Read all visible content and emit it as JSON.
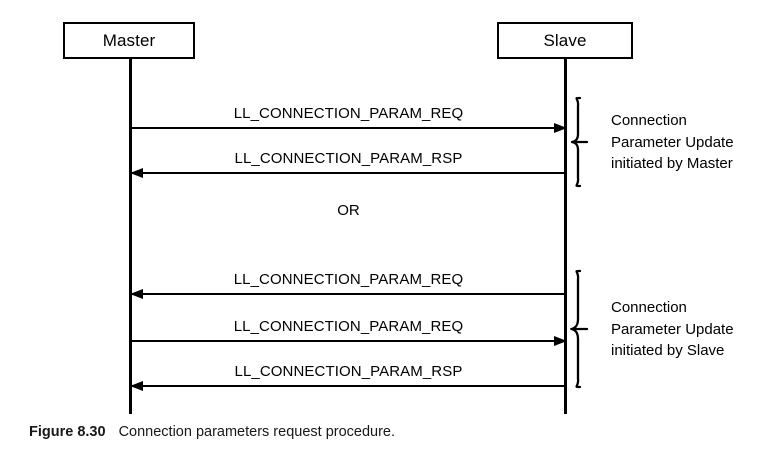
{
  "figure": {
    "caption_number": "Figure 8.30",
    "caption_text": "Connection parameters request procedure.",
    "stroke_color": "#000000",
    "background_color": "#ffffff"
  },
  "participants": [
    {
      "id": "master",
      "label": "Master"
    },
    {
      "id": "slave",
      "label": "Slave"
    }
  ],
  "divider": {
    "label": "OR"
  },
  "messages": [
    {
      "label": "LL_CONNECTION_PARAM_REQ",
      "direction": "right",
      "from": "Master",
      "to": "Slave"
    },
    {
      "label": "LL_CONNECTION_PARAM_RSP",
      "direction": "left",
      "from": "Slave",
      "to": "Master"
    },
    {
      "label": "LL_CONNECTION_PARAM_REQ",
      "direction": "left",
      "from": "Slave",
      "to": "Master"
    },
    {
      "label": "LL_CONNECTION_PARAM_REQ",
      "direction": "right",
      "from": "Master",
      "to": "Slave"
    },
    {
      "label": "LL_CONNECTION_PARAM_RSP",
      "direction": "left",
      "from": "Slave",
      "to": "Master"
    }
  ],
  "annotations": [
    {
      "id": "master-initiated",
      "line1": "Connection",
      "line2": "Parameter Update",
      "line3": "initiated by Master"
    },
    {
      "id": "slave-initiated",
      "line1": "Connection",
      "line2": "Parameter Update",
      "line3": "initiated by Slave"
    }
  ]
}
